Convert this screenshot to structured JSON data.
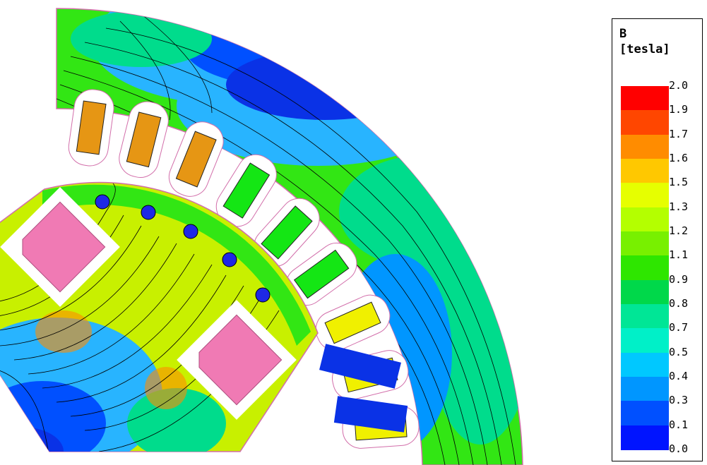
{
  "legend": {
    "quantity": "B",
    "unit": "[tesla]",
    "ticks": [
      "2.0",
      "1.9",
      "1.7",
      "1.6",
      "1.5",
      "1.3",
      "1.2",
      "1.1",
      "0.9",
      "0.8",
      "0.7",
      "0.5",
      "0.4",
      "0.3",
      "0.1",
      "0.0"
    ],
    "colors": [
      "#ff0000",
      "#ff4600",
      "#ff8c00",
      "#ffc800",
      "#e6ff00",
      "#b4ff00",
      "#78f000",
      "#2ee600",
      "#00d84a",
      "#00e696",
      "#00f0c8",
      "#00c8ff",
      "#0096ff",
      "#0050ff",
      "#0014ff"
    ]
  },
  "plot_colors": {
    "low": "#0a32e6",
    "medium_low": "#28b4ff",
    "medium": "#00dc8c",
    "green": "#32e614",
    "yellow_green": "#c8f000",
    "magnet": "#f07ab4",
    "coil_orange": "#e69614",
    "coil_green": "#14e614",
    "coil_yellow": "#f0f000",
    "conductor": "#1e28e6",
    "flux_line": "#000000",
    "outline": "#d26eaa"
  }
}
